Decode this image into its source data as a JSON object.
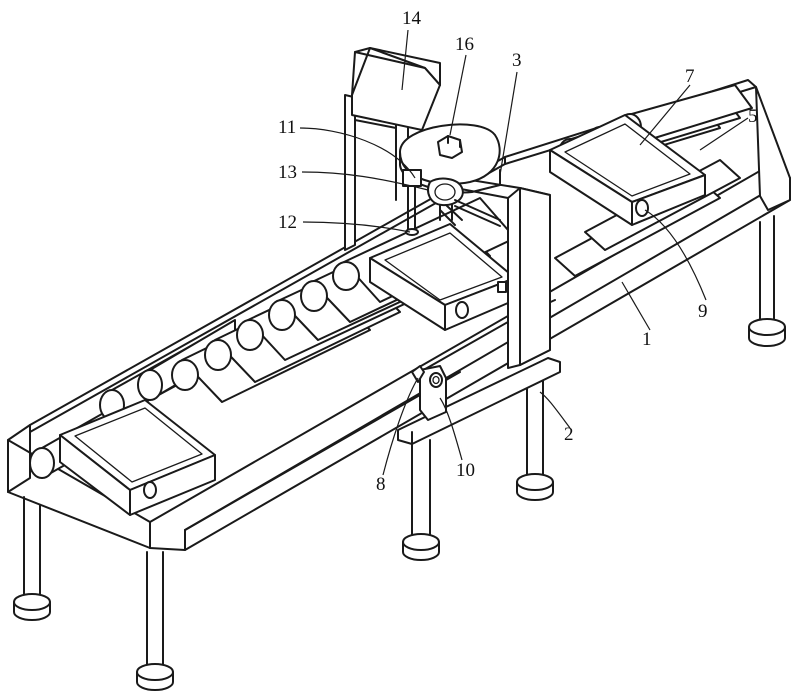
{
  "labels": {
    "l14": "14",
    "l16": "16",
    "l3": "3",
    "l7": "7",
    "l5": "5",
    "l11": "11",
    "l13": "13",
    "l12": "12",
    "l9": "9",
    "l1": "1",
    "l2": "2",
    "l10": "10",
    "l8": "8"
  },
  "colors": {
    "line": "#1a1a1a",
    "background": "#ffffff"
  }
}
